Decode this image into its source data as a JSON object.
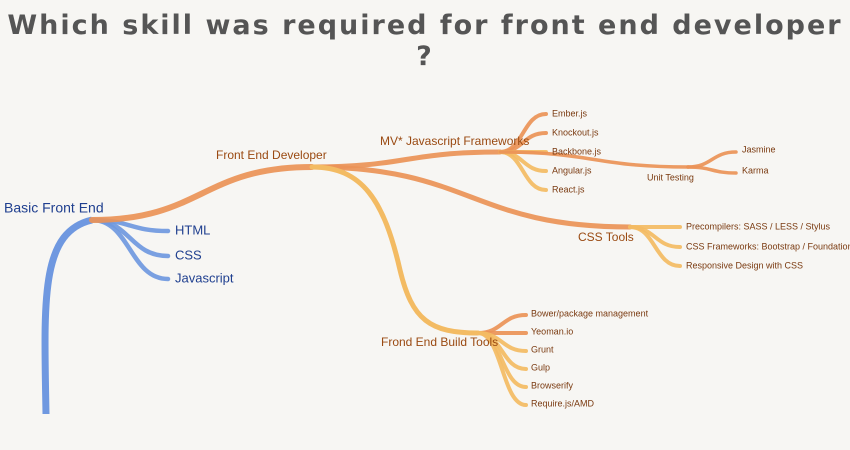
{
  "title": "Which skill was required for front end developer ?",
  "colors": {
    "blue": "#6f98e0",
    "orange_dark": "#ea9257",
    "orange_light": "#f3bb63",
    "text_blue": "#1f3f8f",
    "text_orange": "#9a4a12"
  },
  "tree": {
    "root": "Basic Front End",
    "basics": [
      "HTML",
      "CSS",
      "Javascript"
    ],
    "developer": "Front End Developer",
    "frameworks": {
      "label": "MV* Javascript Frameworks",
      "items": [
        "Ember.js",
        "Knockout.js",
        "Backbone.js",
        "Angular.js",
        "React.js"
      ],
      "unit_testing": {
        "label": "Unit Testing",
        "items": [
          "Jasmine",
          "Karma"
        ]
      }
    },
    "css_tools": {
      "label": "CSS Tools",
      "items": [
        "Precompilers: SASS / LESS / Stylus",
        "CSS Frameworks: Bootstrap / Foundation",
        "Responsive Design with CSS"
      ]
    },
    "build_tools": {
      "label": "Frond End Build Tools",
      "items": [
        "Bower/package management",
        "Yeoman.io",
        "Grunt",
        "Gulp",
        "Browserify",
        "Require.js/AMD"
      ]
    }
  }
}
